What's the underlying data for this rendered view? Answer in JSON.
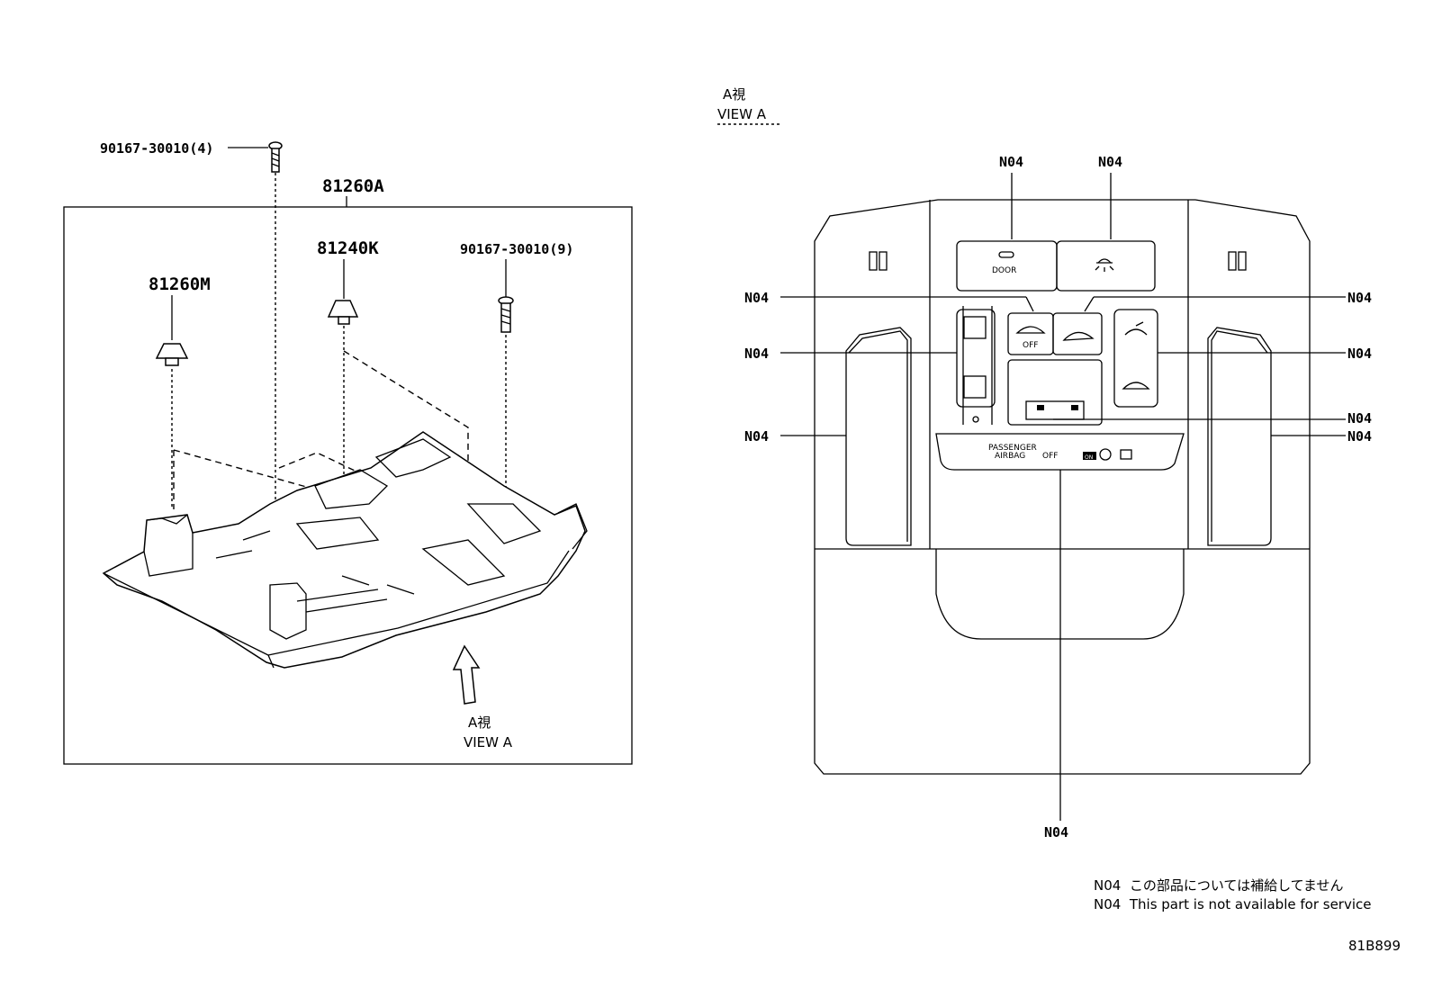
{
  "left_panel": {
    "part_main": "81260A",
    "part_screw_4": "90167-30010(4)",
    "part_screw_9": "90167-30010(9)",
    "part_clip_k": "81240K",
    "part_clip_m": "81260M",
    "view_arrow_jp": "A視",
    "view_arrow_en": "VIEW A"
  },
  "right_panel": {
    "view_title_jp": "A視",
    "view_title_en": "VIEW A",
    "callout": "N04",
    "door_label": "DOOR",
    "off_label": "OFF",
    "passenger_airbag_1": "PASSENGER",
    "passenger_airbag_2": "AIRBAG",
    "off2_label": "OFF",
    "on_label": "ON"
  },
  "notes": [
    {
      "code": "N04",
      "text": "この部品については補給してません"
    },
    {
      "code": "N04",
      "text": "This part is not available for service"
    }
  ],
  "diagram_code": "81B899"
}
